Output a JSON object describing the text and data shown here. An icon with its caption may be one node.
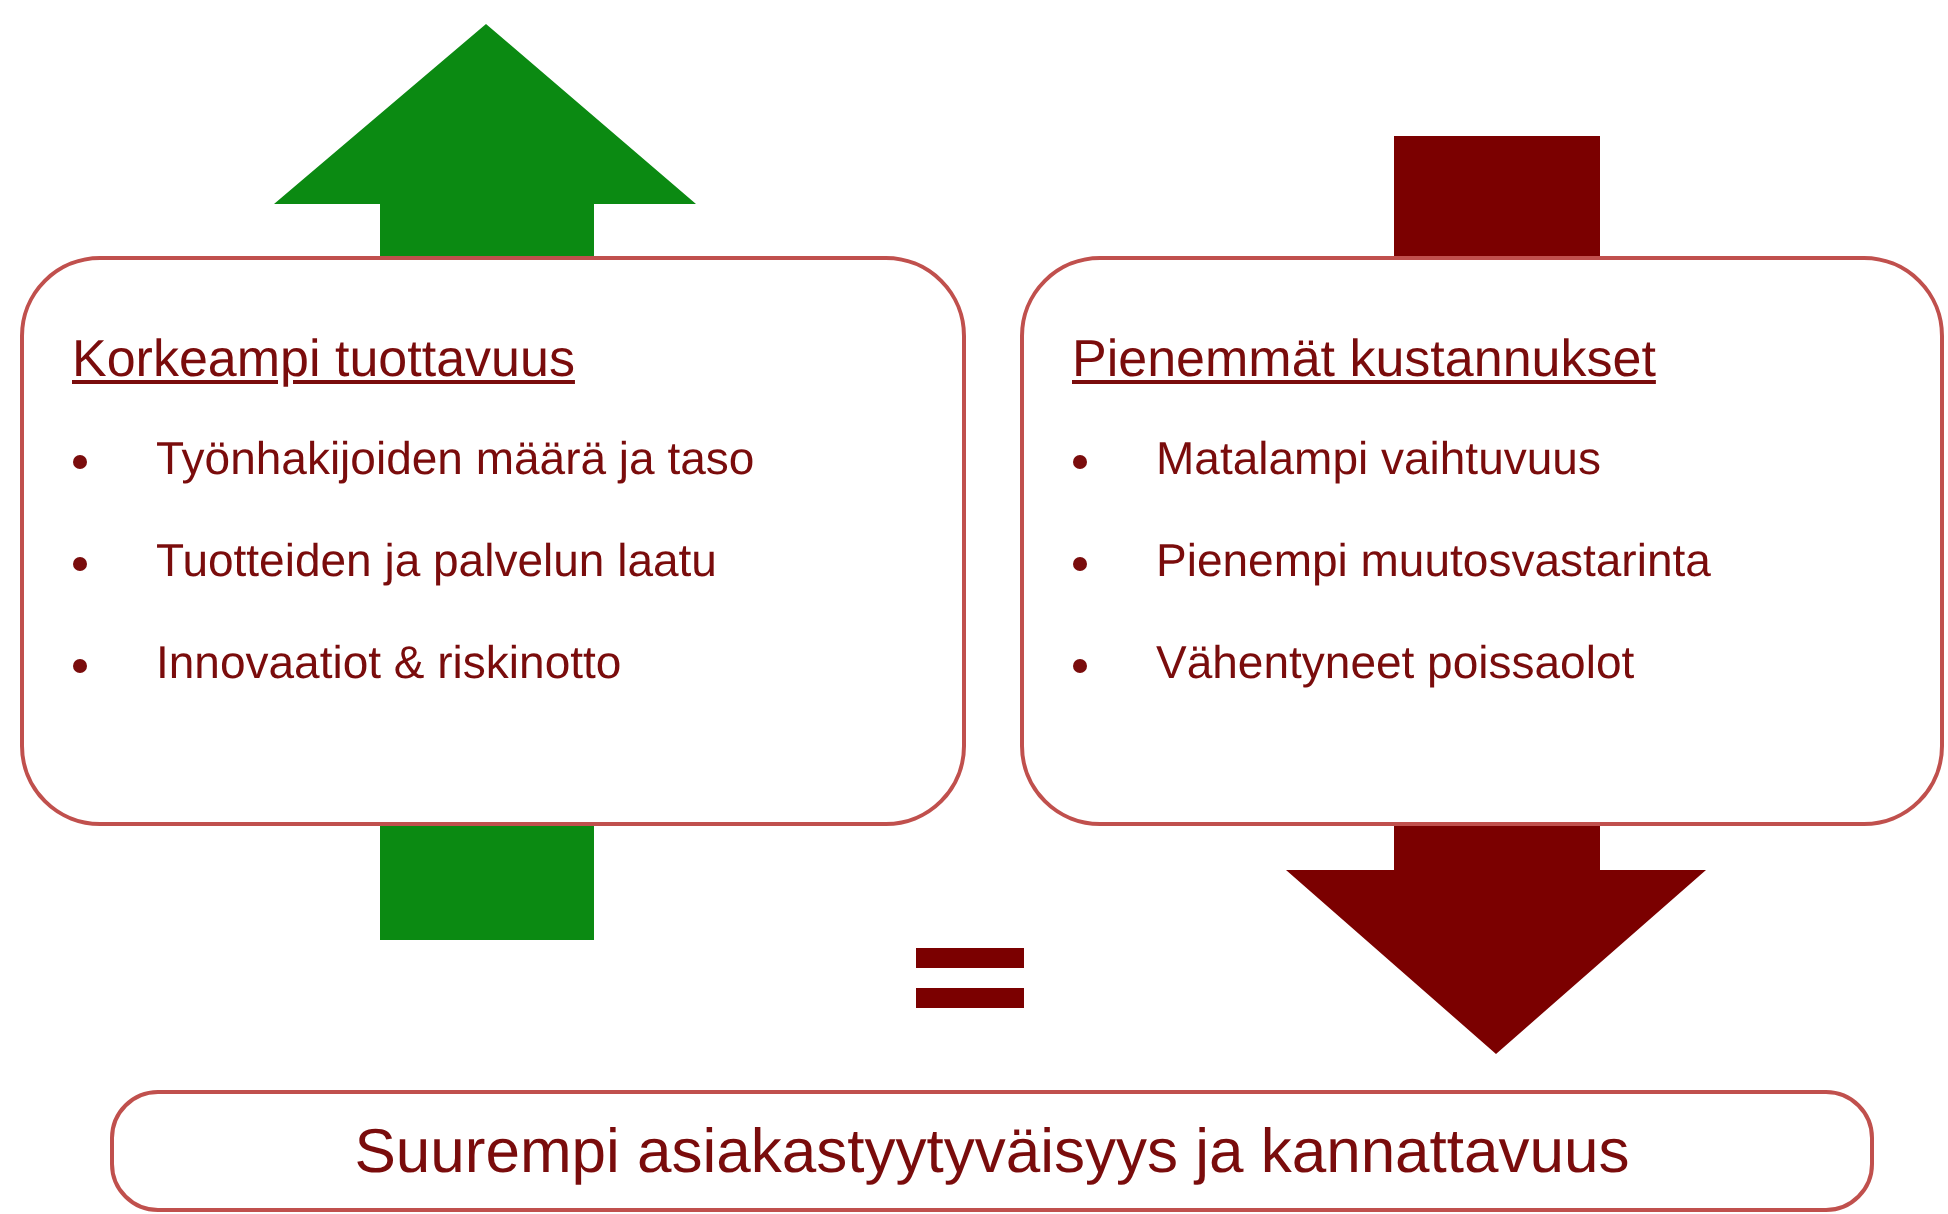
{
  "diagram": {
    "nodes": [
      {
        "text": [
          "Korkeampi tuottavuus",
          "Työnhakijoiden määrä ja taso",
          "Tuotteiden ja palvelun laatu",
          "Innovaatiot & riskinotto"
        ]
      },
      {
        "text": [
          "Pienemmät kustannukset",
          "Matalampi vaihtuvuus",
          "Pienempi muutosvastarinta",
          "Vähentyneet poissaolot"
        ]
      },
      {
        "text": [
          "Suurempi asiakastyytyväisyys ja kannattavuus"
        ]
      }
    ]
  }
}
